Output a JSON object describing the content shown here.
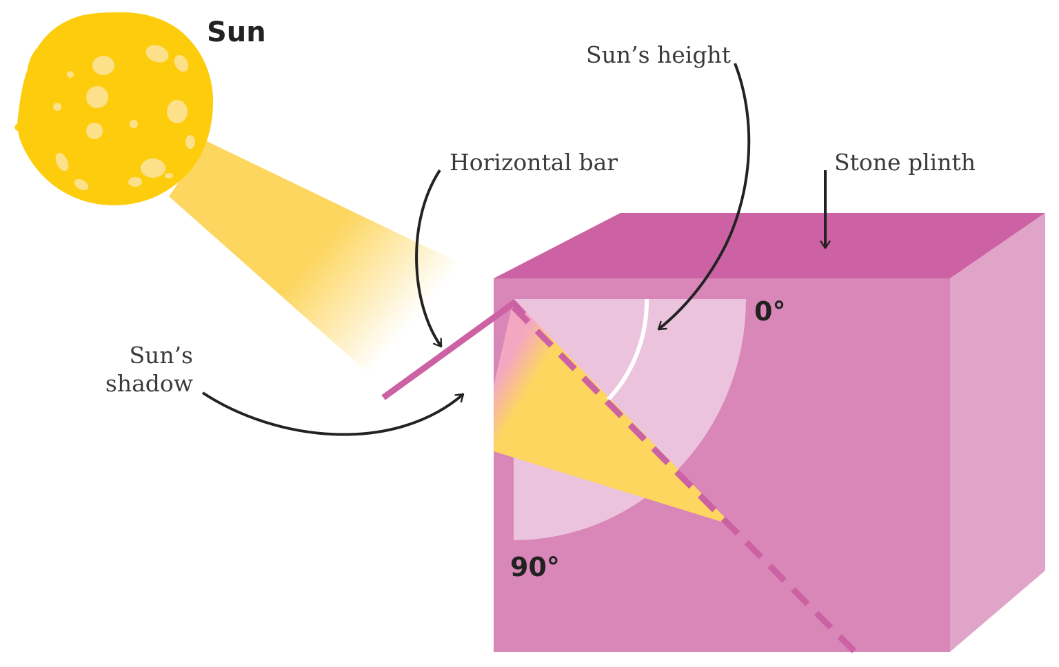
{
  "title": "Sun",
  "labels": {
    "suns_height": "Sun’s height",
    "horizontal_bar": "Horizontal bar",
    "stone_plinth": "Stone plinth",
    "suns_shadow_line1": "Sun’s",
    "suns_shadow_line2": "shadow",
    "angle_zero": "0°",
    "angle_ninety": "90°"
  },
  "colors": {
    "sun": "#fdcc0d",
    "sun_spots": "#fde08a",
    "light_beam": "#fdd660",
    "plinth_front": "#d986b8",
    "plinth_top": "#cc62a3",
    "plinth_side": "#e0a4c8",
    "protractor": "#ecc3dc",
    "bar": "#cc62a3",
    "arrow": "#222222"
  }
}
